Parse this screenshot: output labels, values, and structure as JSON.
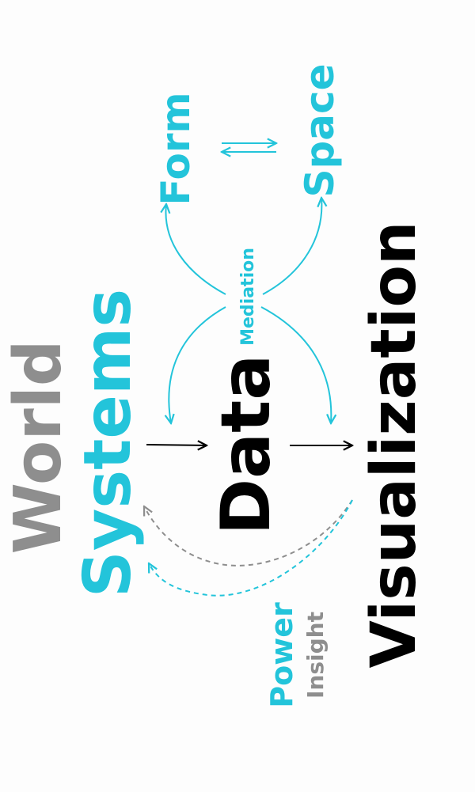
{
  "labels": {
    "form": "Form",
    "space": "Space",
    "mediation": "Mediation",
    "world": "World",
    "systems": "Systems",
    "data": "Data",
    "visualization": "Visualization",
    "power": "Power",
    "insight": "Insight"
  },
  "colors": {
    "cyan": "#23c4da",
    "gray": "#8e8e8e",
    "black": "#000000"
  }
}
